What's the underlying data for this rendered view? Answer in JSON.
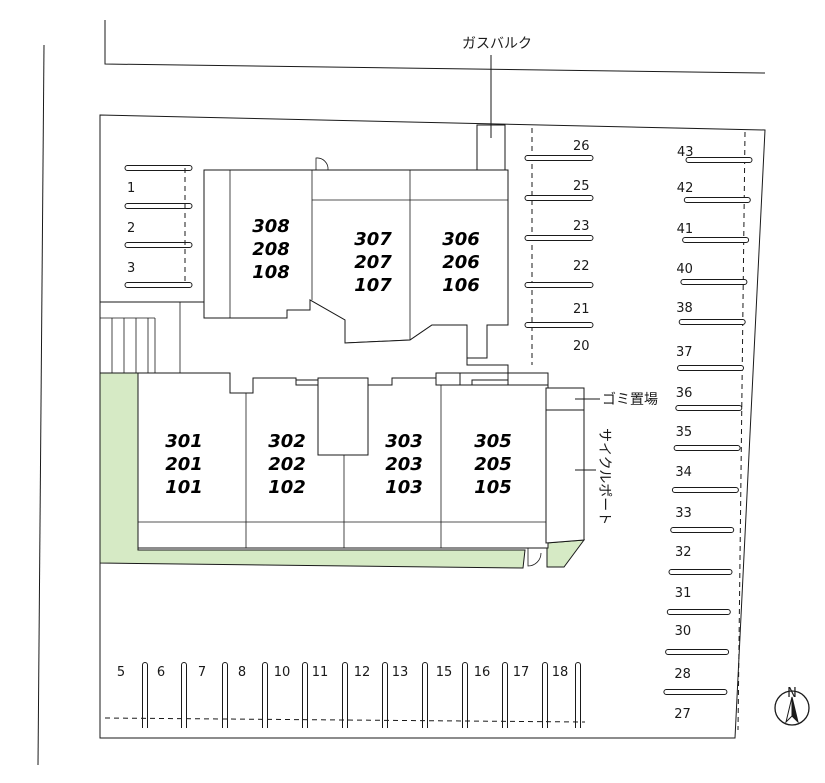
{
  "labels": {
    "gas_bulk": "ガスバルク",
    "garbage": "ゴミ置場",
    "cycle_port": "サイクルポート",
    "north": "N"
  },
  "unit_blocks": [
    [
      "308",
      "208",
      "108"
    ],
    [
      "307",
      "207",
      "107"
    ],
    [
      "306",
      "206",
      "106"
    ],
    [
      "301",
      "201",
      "101"
    ],
    [
      "302",
      "202",
      "102"
    ],
    [
      "303",
      "203",
      "103"
    ],
    [
      "305",
      "205",
      "105"
    ]
  ],
  "parking_left": [
    "1",
    "2",
    "3"
  ],
  "parking_mid": [
    "26",
    "25",
    "23",
    "22",
    "21",
    "20"
  ],
  "parking_right": [
    "43",
    "42",
    "41",
    "40",
    "38",
    "37",
    "36",
    "35",
    "34",
    "33",
    "32",
    "31",
    "30",
    "28",
    "27"
  ],
  "parking_bottom": [
    "5",
    "6",
    "7",
    "8",
    "10",
    "11",
    "12",
    "13",
    "15",
    "16",
    "17",
    "18"
  ],
  "colors": {
    "green_area": "#d6eac5",
    "line": "#1a1a1a"
  }
}
